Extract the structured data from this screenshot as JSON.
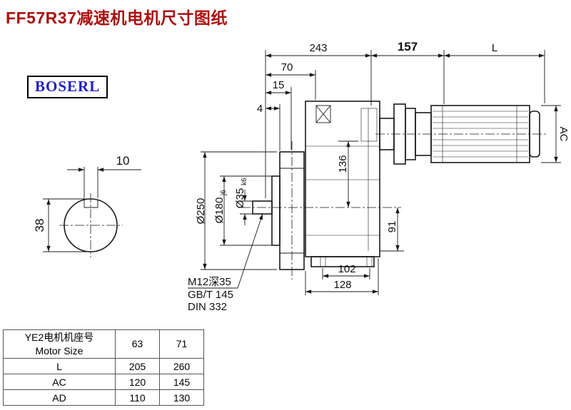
{
  "page": {
    "title": "FF57R37减速机电机尺寸图纸",
    "logo": "BOSERL"
  },
  "dims": {
    "top_243": "243",
    "top_157": "157",
    "top_L": "L",
    "d70": "70",
    "d15": "15",
    "d4": "4",
    "key_width": "10",
    "shaft_dia": "38",
    "flange_dia": "Ø250",
    "spigot_dia": "Ø180",
    "spigot_fit": "j6",
    "output_dia": "Ø35",
    "output_fit": "k6",
    "d136": "136",
    "d91": "91",
    "d102": "102",
    "d128": "128",
    "motor_ac": "AC"
  },
  "notes": {
    "tap": "M12深35",
    "gb": "GB/T 145",
    "din": "DIN 332"
  },
  "table": {
    "header_line1": "YE2电机机座号",
    "header_line2": "Motor Size",
    "size_63": "63",
    "size_71": "71",
    "rows": [
      {
        "label": "L",
        "v63": "205",
        "v71": "260"
      },
      {
        "label": "AC",
        "v63": "120",
        "v71": "145"
      },
      {
        "label": "AD",
        "v63": "110",
        "v71": "130"
      }
    ]
  },
  "colors": {
    "title": "#aa1111",
    "logo": "#2222bb",
    "line": "#1a1a1a"
  }
}
